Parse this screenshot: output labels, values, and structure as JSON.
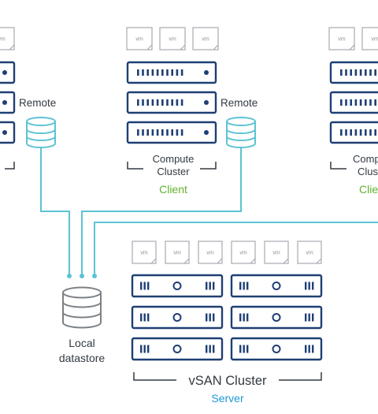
{
  "labels": {
    "remote_left": "Remote",
    "remote_center": "Remote",
    "compute_cluster_center_line1": "Compute",
    "compute_cluster_center_line2": "Cluster",
    "client_center": "Client",
    "compute_cluster_right_line1": "Compute",
    "compute_cluster_right_line2": "Cluster",
    "client_right": "Client",
    "local_datastore_line1": "Local",
    "local_datastore_line2": "datastore",
    "vsan_cluster": "vSAN Cluster",
    "server": "Server"
  },
  "vm_label": "vm",
  "colors": {
    "server_blue": "#1f3f74",
    "link_cyan": "#5cc3d3",
    "vm_gray": "#a7abb0",
    "client_green": "#62b22f",
    "server_label_blue": "#1b9ad6",
    "datastore_gray": "#7c8186"
  },
  "icons": [
    "server-rack-icon",
    "vm-icon",
    "datastore-icon",
    "database-icon"
  ]
}
